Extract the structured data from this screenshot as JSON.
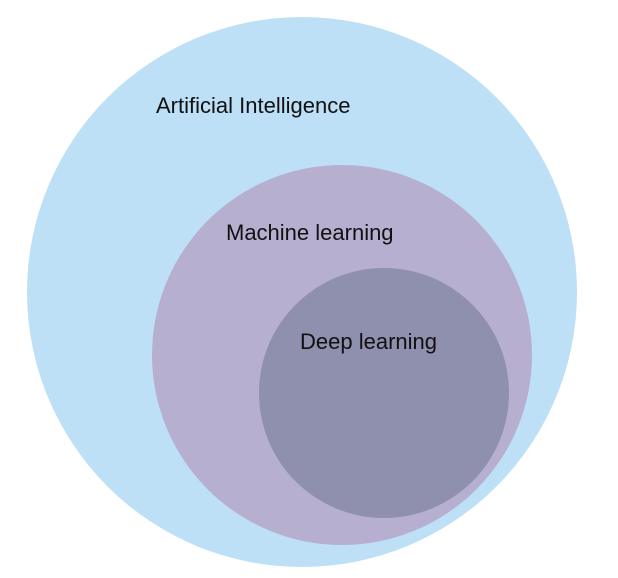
{
  "diagram": {
    "outer": {
      "label": "Artificial Intelligence",
      "color": "#bde0f6"
    },
    "middle": {
      "label": "Machine learning",
      "color": "#b6afd0"
    },
    "inner": {
      "label": "Deep learning",
      "color": "#8f8fae"
    }
  }
}
